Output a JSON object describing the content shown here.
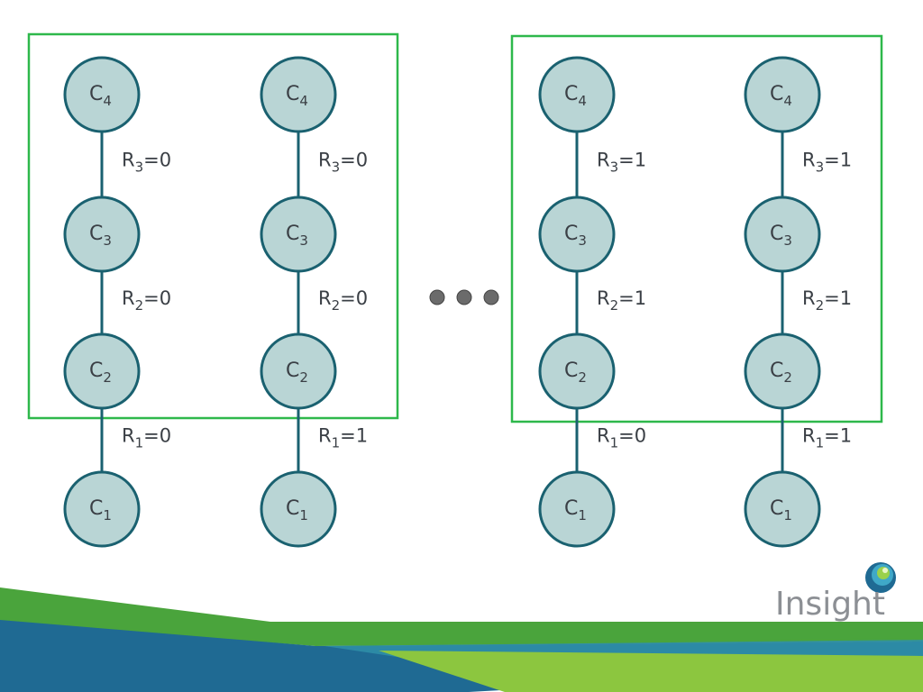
{
  "columns": [
    {
      "nodes": [
        {
          "letter": "C",
          "sub": "4"
        },
        {
          "letter": "C",
          "sub": "3"
        },
        {
          "letter": "C",
          "sub": "2"
        },
        {
          "letter": "C",
          "sub": "1"
        }
      ],
      "edges": [
        {
          "var": "R",
          "sub": "3",
          "value": "=0"
        },
        {
          "var": "R",
          "sub": "2",
          "value": "=0"
        },
        {
          "var": "R",
          "sub": "1",
          "value": "=0"
        }
      ]
    },
    {
      "nodes": [
        {
          "letter": "C",
          "sub": "4"
        },
        {
          "letter": "C",
          "sub": "3"
        },
        {
          "letter": "C",
          "sub": "2"
        },
        {
          "letter": "C",
          "sub": "1"
        }
      ],
      "edges": [
        {
          "var": "R",
          "sub": "3",
          "value": "=0"
        },
        {
          "var": "R",
          "sub": "2",
          "value": "=0"
        },
        {
          "var": "R",
          "sub": "1",
          "value": "=1"
        }
      ]
    },
    {
      "nodes": [
        {
          "letter": "C",
          "sub": "4"
        },
        {
          "letter": "C",
          "sub": "3"
        },
        {
          "letter": "C",
          "sub": "2"
        },
        {
          "letter": "C",
          "sub": "1"
        }
      ],
      "edges": [
        {
          "var": "R",
          "sub": "3",
          "value": "=1"
        },
        {
          "var": "R",
          "sub": "2",
          "value": "=1"
        },
        {
          "var": "R",
          "sub": "1",
          "value": "=0"
        }
      ]
    },
    {
      "nodes": [
        {
          "letter": "C",
          "sub": "4"
        },
        {
          "letter": "C",
          "sub": "3"
        },
        {
          "letter": "C",
          "sub": "2"
        },
        {
          "letter": "C",
          "sub": "1"
        }
      ],
      "edges": [
        {
          "var": "R",
          "sub": "3",
          "value": "=1"
        },
        {
          "var": "R",
          "sub": "2",
          "value": "=1"
        },
        {
          "var": "R",
          "sub": "1",
          "value": "=1"
        }
      ]
    }
  ],
  "colors": {
    "node_fill": "#b9d5d5",
    "node_stroke": "#1a6170",
    "group_box": "#2eb84b",
    "text": "#3a3f45",
    "banner_blue": "#1f6a93",
    "banner_green": "#6cbf3a"
  },
  "brand": {
    "name": "Insight",
    "logo_icon": "insight-globe-icon"
  }
}
